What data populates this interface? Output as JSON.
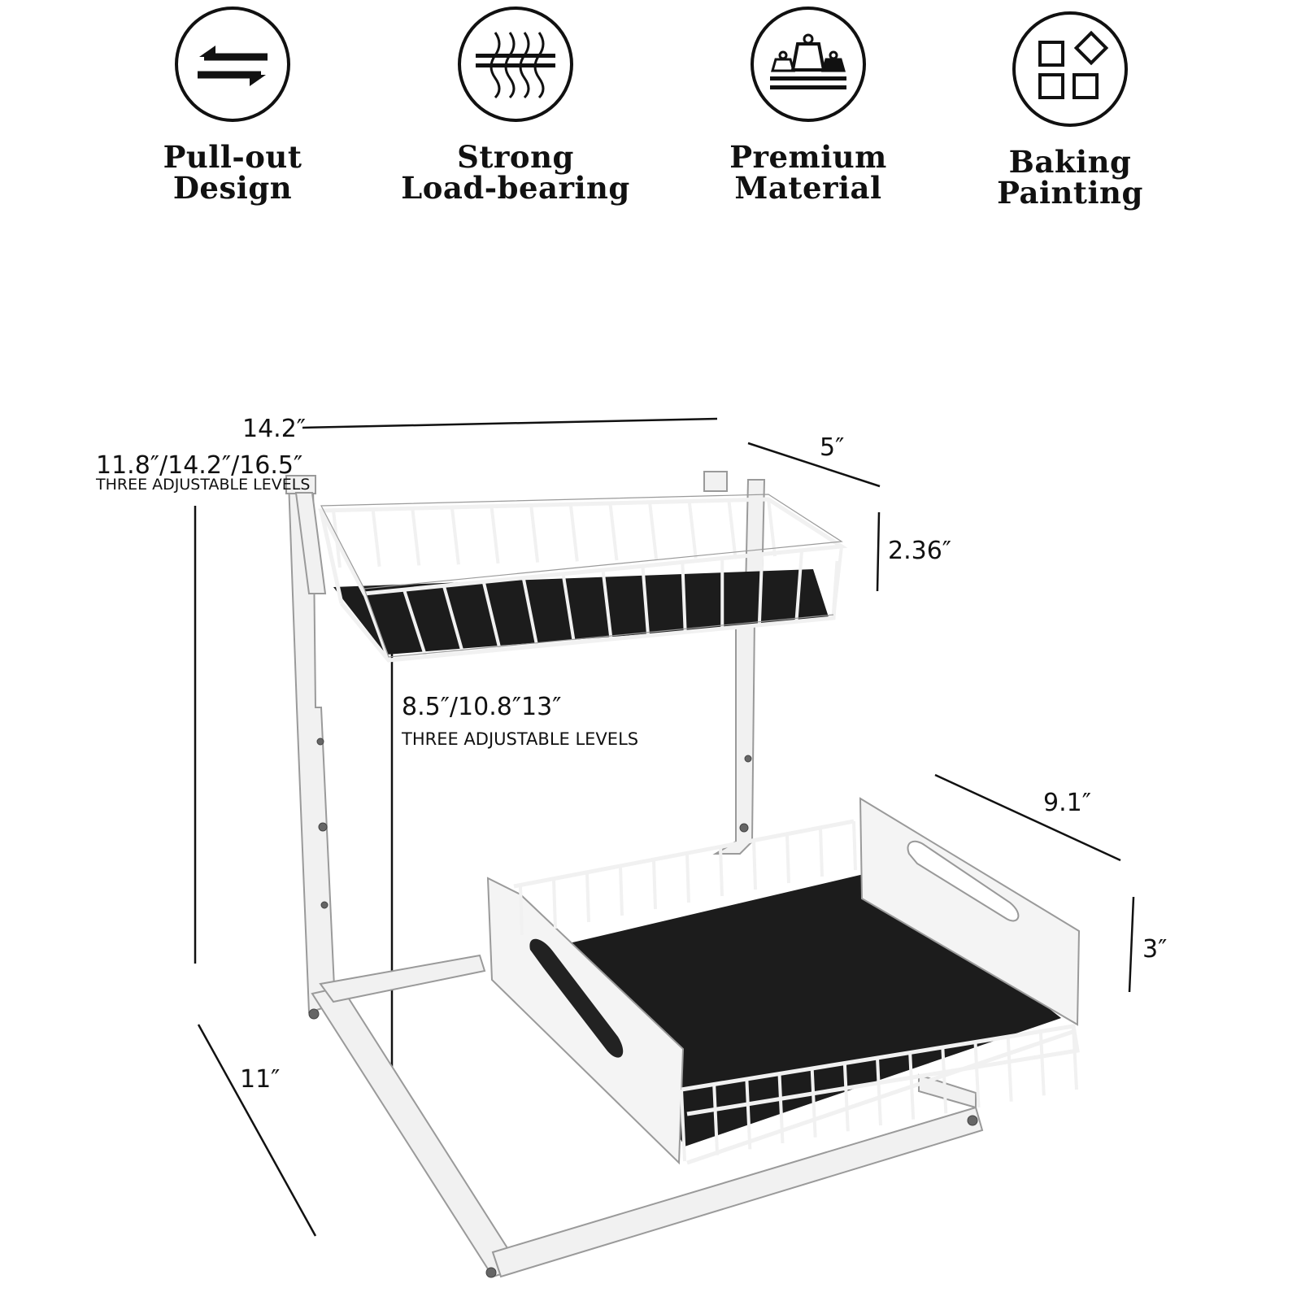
{
  "features": [
    {
      "icon": "pull-out-arrows-icon",
      "line1": "Pull-out",
      "line2": "Design"
    },
    {
      "icon": "load-bearing-waves-icon",
      "line1": "Strong",
      "line2": "Load-bearing"
    },
    {
      "icon": "weights-on-scale-icon",
      "line1": "Premium",
      "line2": "Material"
    },
    {
      "icon": "shapes-grid-icon",
      "line1": "Baking",
      "line2": "Painting"
    }
  ],
  "dimensions": {
    "top_width": "14.2″",
    "top_depth": "5″",
    "top_basket_height": "2.36″",
    "overall_height": "11.8″/14.2″/16.5″",
    "overall_height_note": "THREE ADJUSTABLE LEVELS",
    "shelf_gap": "8.5″/10.8″13″",
    "shelf_gap_note": "THREE ADJUSTABLE LEVELS",
    "bottom_width": "9.1″",
    "bottom_basket_height": "3″",
    "base_depth": "11″"
  },
  "colors": {
    "frame": "#f1f1f1",
    "frame_stroke": "#9a9a9a",
    "shelf_liner": "#1c1c1c",
    "line": "#111111"
  }
}
